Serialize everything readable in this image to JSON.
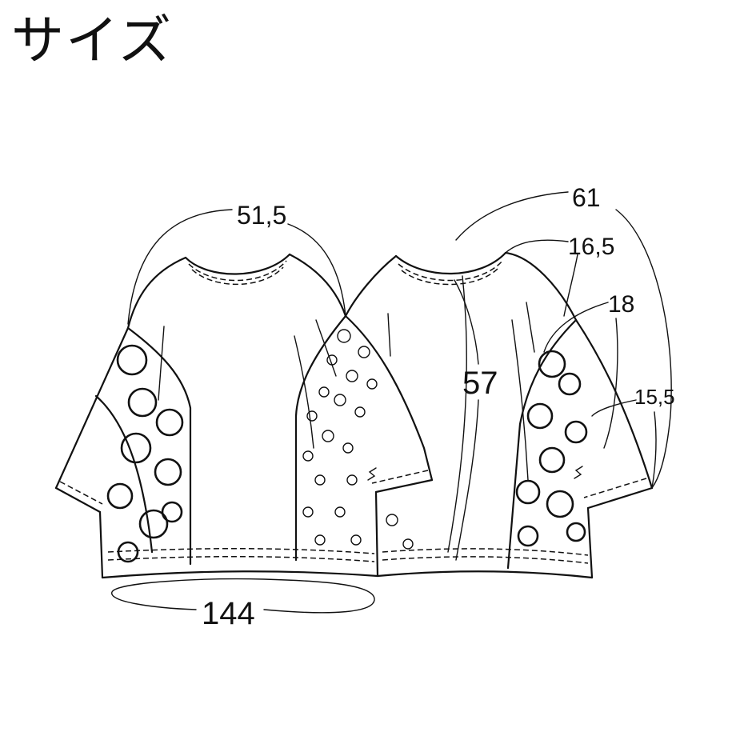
{
  "title": "サイズ",
  "measurements": {
    "front_width": "51,5",
    "hem_circumference": "144",
    "back_total": "61",
    "shoulder": "16,5",
    "sleeve_upper": "18",
    "sleeve_opening": "15,5",
    "length": "57"
  }
}
